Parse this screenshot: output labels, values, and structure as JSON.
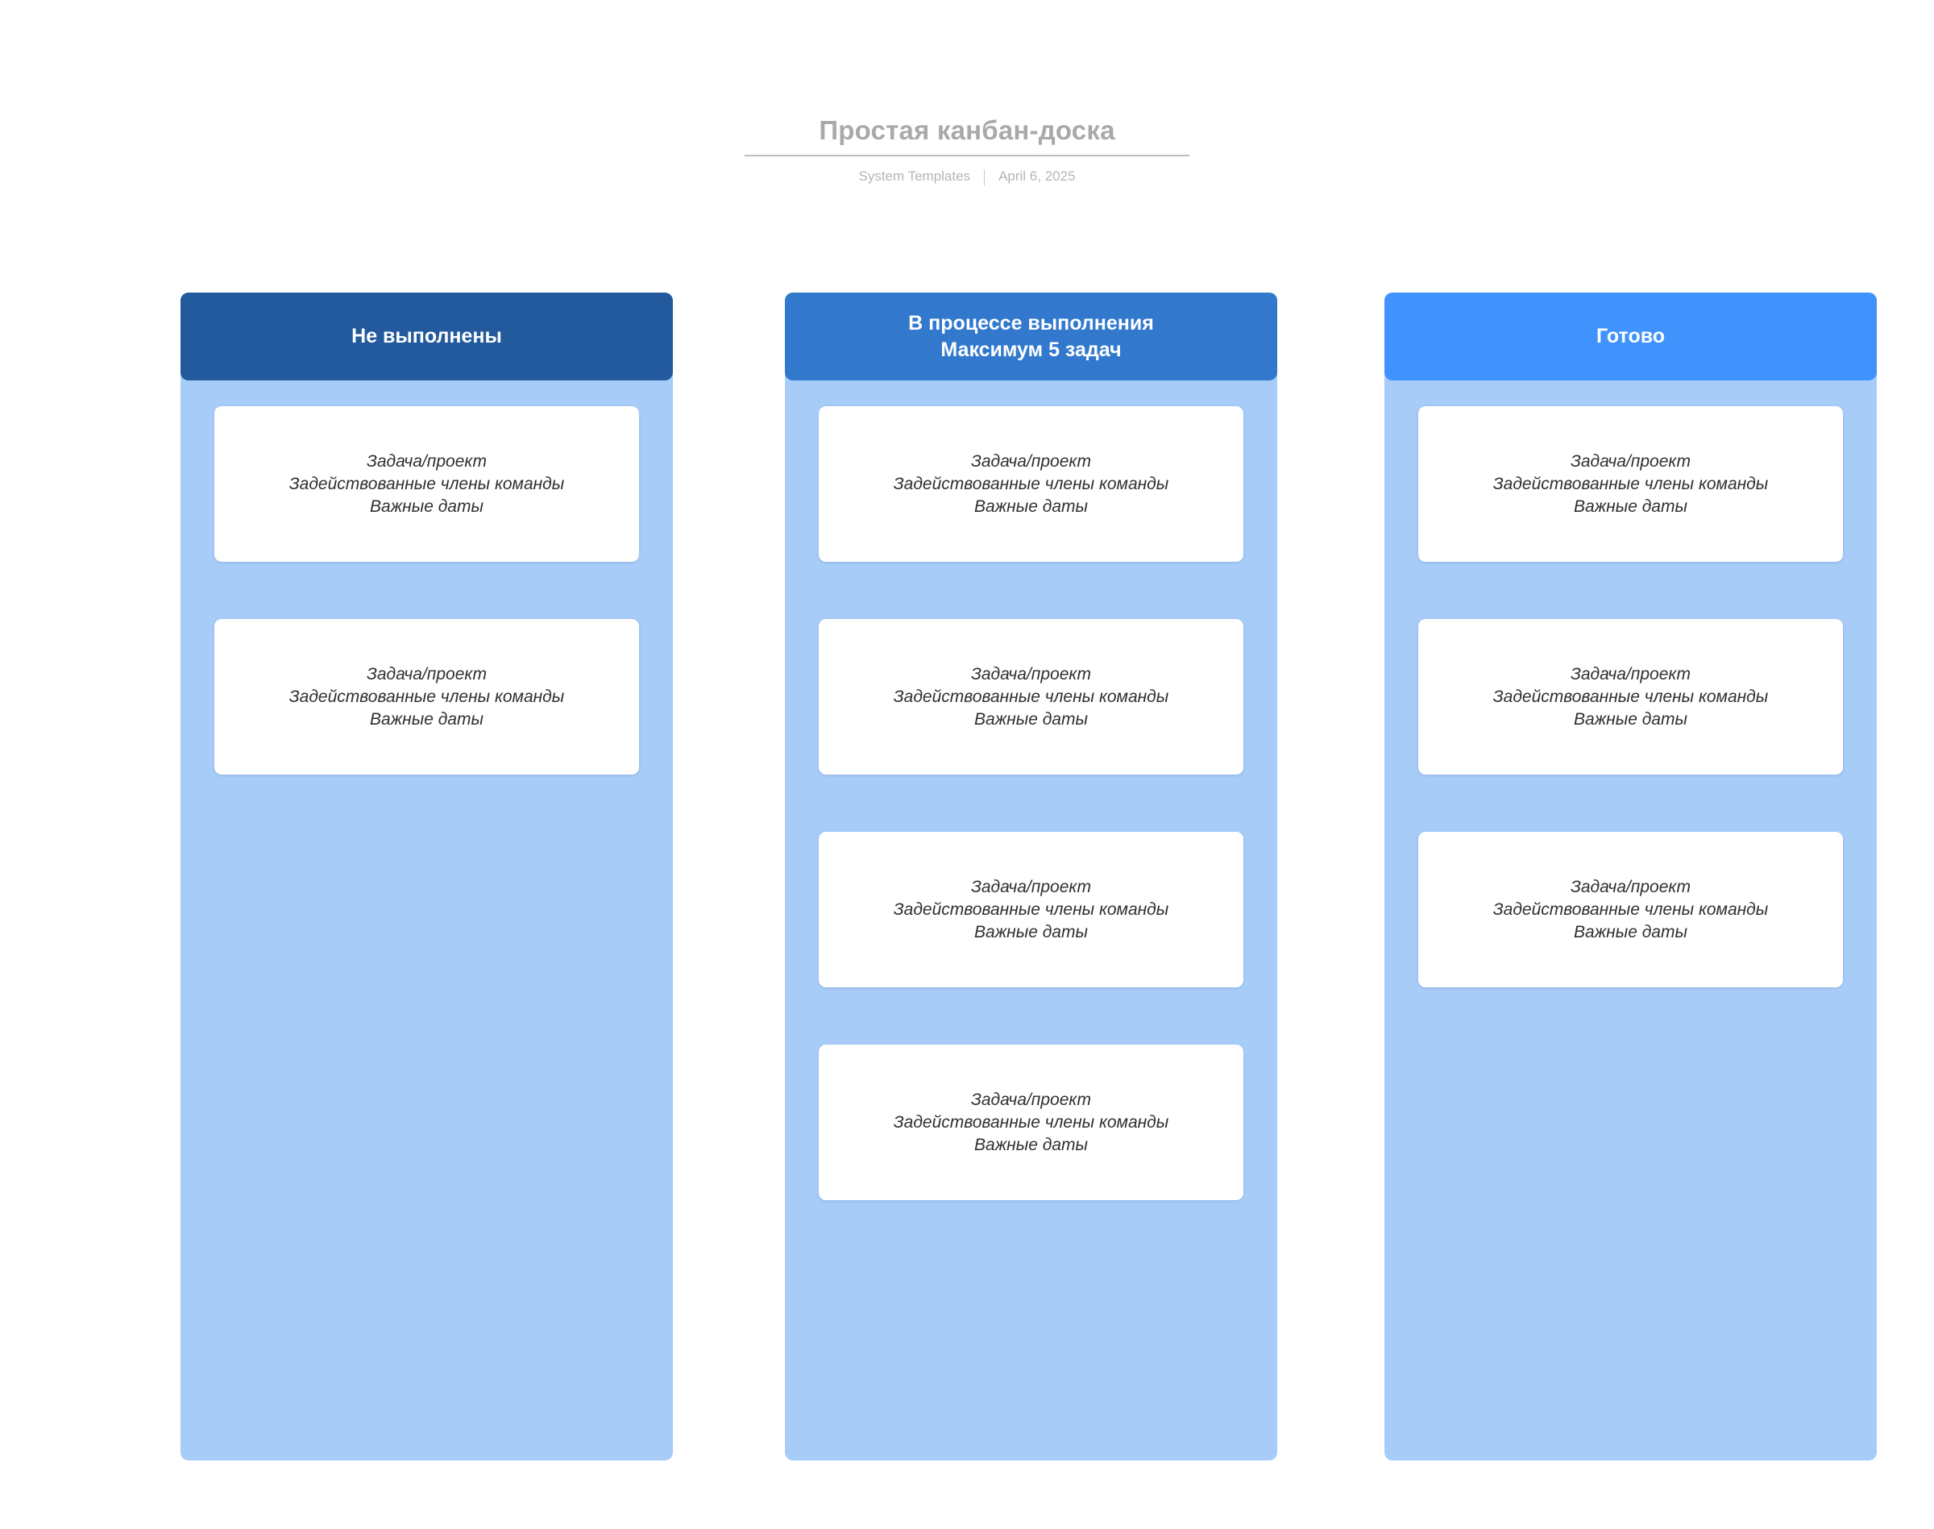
{
  "header": {
    "title": "Простая канбан-доска",
    "source": "System Templates",
    "date": "April 6, 2025"
  },
  "colors": {
    "title_gray": "#a9a9a9",
    "subtitle_gray": "#b5b5b5",
    "rule_gray": "#bdbdbd",
    "column_body": "#a8ccf8",
    "header_todo": "#235a9e",
    "header_inprogress": "#3279cd",
    "header_done": "#4093fc",
    "card_bg": "#ffffff",
    "card_text": "#2f2f2f",
    "page_bg": "#ffffff"
  },
  "card_template": {
    "line1": "Задача/проект",
    "line2": "Задействованные члены команды",
    "line3": "Важные даты",
    "text": "Задача/проект\nЗадействованные члены команды\nВажные даты"
  },
  "board": {
    "columns": [
      {
        "id": "todo",
        "title": "Не выполнены",
        "header_color": "#235a9e",
        "card_count": 2,
        "cards": [
          {
            "text": "Задача/проект\nЗадействованные члены команды\nВажные даты"
          },
          {
            "text": "Задача/проект\nЗадействованные члены команды\nВажные даты"
          }
        ]
      },
      {
        "id": "in-progress",
        "title": "В процессе выполнения\nМаксимум 5 задач",
        "title_line1": "В процессе выполнения",
        "title_line2": "Максимум 5 задач",
        "wip_limit": 5,
        "header_color": "#3279cd",
        "card_count": 4,
        "cards": [
          {
            "text": "Задача/проект\nЗадействованные члены команды\nВажные даты"
          },
          {
            "text": "Задача/проект\nЗадействованные члены команды\nВажные даты"
          },
          {
            "text": "Задача/проект\nЗадействованные члены команды\nВажные даты"
          },
          {
            "text": "Задача/проект\nЗадействованные члены команды\nВажные даты"
          }
        ]
      },
      {
        "id": "done",
        "title": "Готово",
        "header_color": "#4093fc",
        "card_count": 3,
        "cards": [
          {
            "text": "Задача/проект\nЗадействованные члены команды\nВажные даты"
          },
          {
            "text": "Задача/проект\nЗадействованные члены команды\nВажные даты"
          },
          {
            "text": "Задача/проект\nЗадействованные члены команды\nВажные даты"
          }
        ]
      }
    ]
  }
}
